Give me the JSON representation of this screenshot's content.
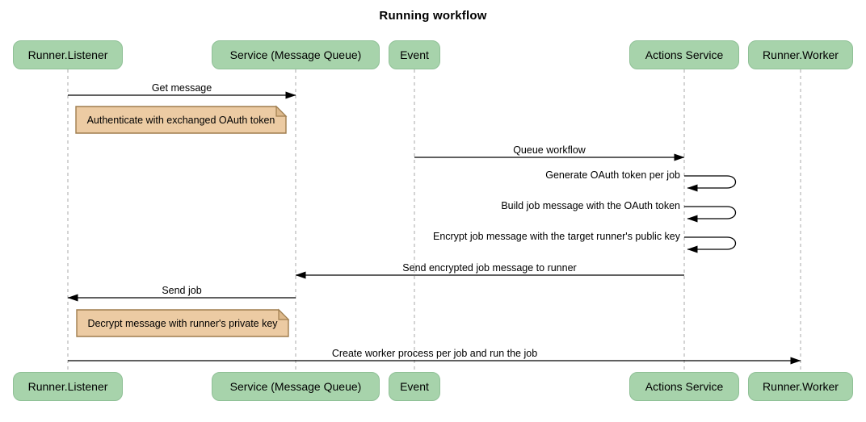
{
  "title": "Running workflow",
  "diagram_type": "sequence",
  "colors": {
    "background": "#ffffff",
    "actor_fill": "#a7d3ab",
    "actor_border": "#8fc096",
    "note_fill": "#eccba3",
    "note_border": "#9f7d4e",
    "note_fold": "#ddb98c",
    "lifeline": "#a9a9a9",
    "arrow": "#000000",
    "text": "#000000"
  },
  "participants": [
    {
      "id": "runner-listener",
      "label": "Runner.Listener"
    },
    {
      "id": "service-message-queue",
      "label": "Service (Message Queue)"
    },
    {
      "id": "event",
      "label": "Event"
    },
    {
      "id": "actions-service",
      "label": "Actions Service"
    },
    {
      "id": "runner-worker",
      "label": "Runner.Worker"
    }
  ],
  "messages": [
    {
      "from": "Runner.Listener",
      "to": "Service (Message Queue)",
      "label": "Get message",
      "self": false
    },
    {
      "from": "Event",
      "to": "Actions Service",
      "label": "Queue workflow",
      "self": false
    },
    {
      "from": "Actions Service",
      "to": "Actions Service",
      "label": "Generate OAuth token per job",
      "self": true
    },
    {
      "from": "Actions Service",
      "to": "Actions Service",
      "label": "Build job message with the OAuth token",
      "self": true
    },
    {
      "from": "Actions Service",
      "to": "Actions Service",
      "label": "Encrypt job message with the target runner's public key",
      "self": true
    },
    {
      "from": "Actions Service",
      "to": "Service (Message Queue)",
      "label": "Send encrypted job message to runner",
      "self": false
    },
    {
      "from": "Service (Message Queue)",
      "to": "Runner.Listener",
      "label": "Send job",
      "self": false
    },
    {
      "from": "Runner.Listener",
      "to": "Runner.Worker",
      "label": "Create worker process per job and run the job",
      "self": false
    }
  ],
  "notes": [
    {
      "over": "Runner.Listener",
      "label": "Authenticate with exchanged OAuth token"
    },
    {
      "over": "Runner.Listener",
      "label": "Decrypt message with runner's private key"
    }
  ]
}
